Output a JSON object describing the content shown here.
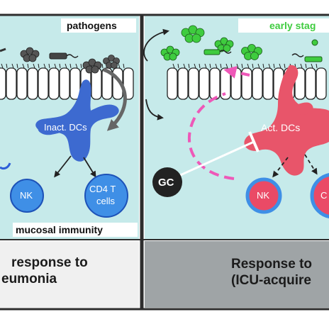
{
  "left_panel": {
    "label_pathogens": "pathogens",
    "label_dc": "Inact. DCs",
    "label_nk": "NK",
    "label_cd4": "CD4 T",
    "label_cd4_sub": "cells",
    "label_mucosal": "mucosal immunity",
    "caption_line1": "response to",
    "caption_line2": "eumonia"
  },
  "right_panel": {
    "label_stage": "early stag",
    "label_dc": "Act. DCs",
    "label_gc": "GC",
    "label_nk": "NK",
    "label_cd4": "C",
    "caption_line1": "Response to",
    "caption_line2": "(ICU-acquire"
  },
  "colors": {
    "panel_bg": "#c6eaea",
    "border": "#2d2d2d",
    "inactive_dc": "#3d6ad0",
    "active_dc": "#e8556a",
    "dashed_arrow": "#ee58b8",
    "pathogen_green": "#3fcc3f",
    "pathogen_gray": "#555555",
    "nk_blue": "#3f8fe6",
    "nk_red": "#ea4a66",
    "caption_left_bg": "#f0f0f0",
    "caption_right_bg": "#9fa4a6"
  }
}
